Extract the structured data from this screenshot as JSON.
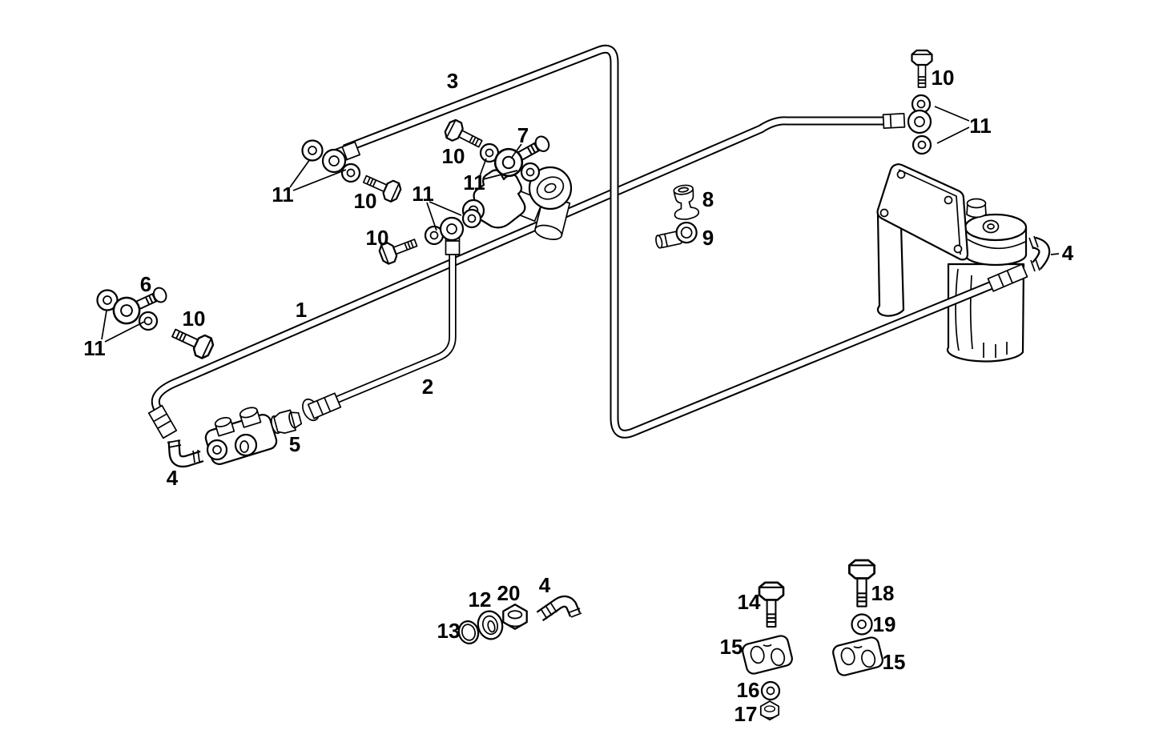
{
  "diagram": {
    "kind": "exploded-parts-line-drawing",
    "subject": "Pipes, banjo fittings, clamps and filter assembly",
    "background_color": "#ffffff",
    "line_color": "#000000",
    "callouts": [
      {
        "label": "3",
        "part": "pipe-3"
      },
      {
        "label": "10",
        "part": "filter-banjo-bolt"
      },
      {
        "label": "11",
        "part": "filter-banjo-washers"
      },
      {
        "label": "7",
        "part": "banjo-bolt-7"
      },
      {
        "label": "10",
        "part": "tee-fitting-bolt"
      },
      {
        "label": "11",
        "part": "tee-fitting-washers"
      },
      {
        "label": "11",
        "part": "pipe-2-banjo-washers"
      },
      {
        "label": "10",
        "part": "pipe-2-banjo-bolt"
      },
      {
        "label": "11",
        "part": "pipe-3-banjo-washers"
      },
      {
        "label": "10",
        "part": "pipe-3-banjo-bolt"
      },
      {
        "label": "8",
        "part": "grommet-8"
      },
      {
        "label": "9",
        "part": "clip-9"
      },
      {
        "label": "4",
        "part": "filter-elbow-fitting"
      },
      {
        "label": "6",
        "part": "banjo-bolt-6"
      },
      {
        "label": "10",
        "part": "pipe-1-banjo-bolt"
      },
      {
        "label": "11",
        "part": "pipe-1-banjo-washers"
      },
      {
        "label": "1",
        "part": "pipe-1"
      },
      {
        "label": "2",
        "part": "pipe-2"
      },
      {
        "label": "5",
        "part": "manifold-plug-5"
      },
      {
        "label": "4",
        "part": "manifold-elbow-fitting"
      },
      {
        "label": "12",
        "part": "grommet-12"
      },
      {
        "label": "20",
        "part": "nut-20"
      },
      {
        "label": "4",
        "part": "loose-elbow-fitting"
      },
      {
        "label": "13",
        "part": "o-ring-13"
      },
      {
        "label": "14",
        "part": "clamp-bolt-14"
      },
      {
        "label": "18",
        "part": "clamp-bolt-18"
      },
      {
        "label": "19",
        "part": "washer-19"
      },
      {
        "label": "15",
        "part": "clamp-15-left"
      },
      {
        "label": "15",
        "part": "clamp-15-right"
      },
      {
        "label": "16",
        "part": "washer-16"
      },
      {
        "label": "17",
        "part": "nut-17"
      }
    ]
  }
}
